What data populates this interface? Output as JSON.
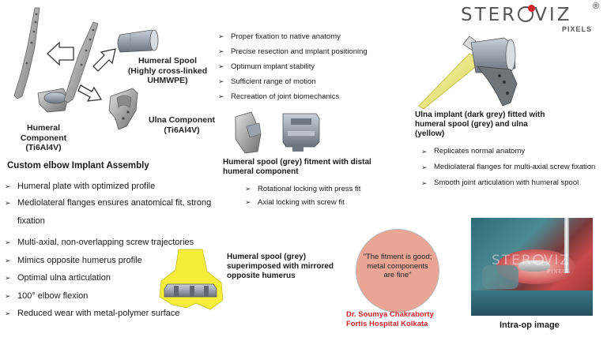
{
  "logo": {
    "text_a": "STER",
    "text_b": "VIZ",
    "registered": "®",
    "sub": "PIXELS",
    "accent": "#d2232a"
  },
  "assembly": {
    "humeral_spool_label": "Humeral Spool\n(Highly cross-linked\nUHMWPE)",
    "ulna_component_label": "Ulna Component\n(Ti6Al4V)",
    "humeral_component_label": "Humeral\nComponent\n(Ti6Al4V)",
    "title": "Custom elbow Implant Assembly"
  },
  "top_features": [
    "Proper fixation to native anatomy",
    "Precise resection and implant positioning",
    "Optimum implant stability",
    "Sufficient range of motion",
    "Recreation of joint biomechanics"
  ],
  "fitment": {
    "title": "Humeral spool (grey) fitment with distal\nhumeral component",
    "items": [
      "Rotational locking with press fit",
      "Axial locking with  screw fit"
    ]
  },
  "ulna_implant": {
    "title": "Ulna implant (dark grey) fitted with\nhumeral spool (grey) and ulna\n(yellow)",
    "items": [
      "Replicates normal anatomy",
      " Mediolateral flanges for multi-axial screw fixation",
      "Smooth joint articulation with humeral spool"
    ]
  },
  "left_features": [
    "Humeral plate with optimized profile",
    "Mediolateral flanges ensures anatomical fit, strong fixation",
    "Multi-axial, non-overlapping screw trajectories",
    "Mimics opposite humerus profile",
    "Optimal ulna articulation",
    "100° elbow flexion",
    "Reduced wear with metal-polymer surface"
  ],
  "superimposed_label": "Humeral spool (grey)\nsuperimposed with mirrored\nopposite humerus",
  "quote": {
    "text": "\"The fitment is good;\nmetal components\nare fine\"",
    "author": "Dr. Soumya Chakraborty",
    "hospital": "Fortis Hospital Kolkata",
    "bubble_color": "#eaa595",
    "author_color": "#d2232a"
  },
  "intraop": {
    "caption": "Intra-op image",
    "watermark_a": "STER",
    "watermark_b": "VIZ",
    "watermark_sub": "PIXELS"
  }
}
